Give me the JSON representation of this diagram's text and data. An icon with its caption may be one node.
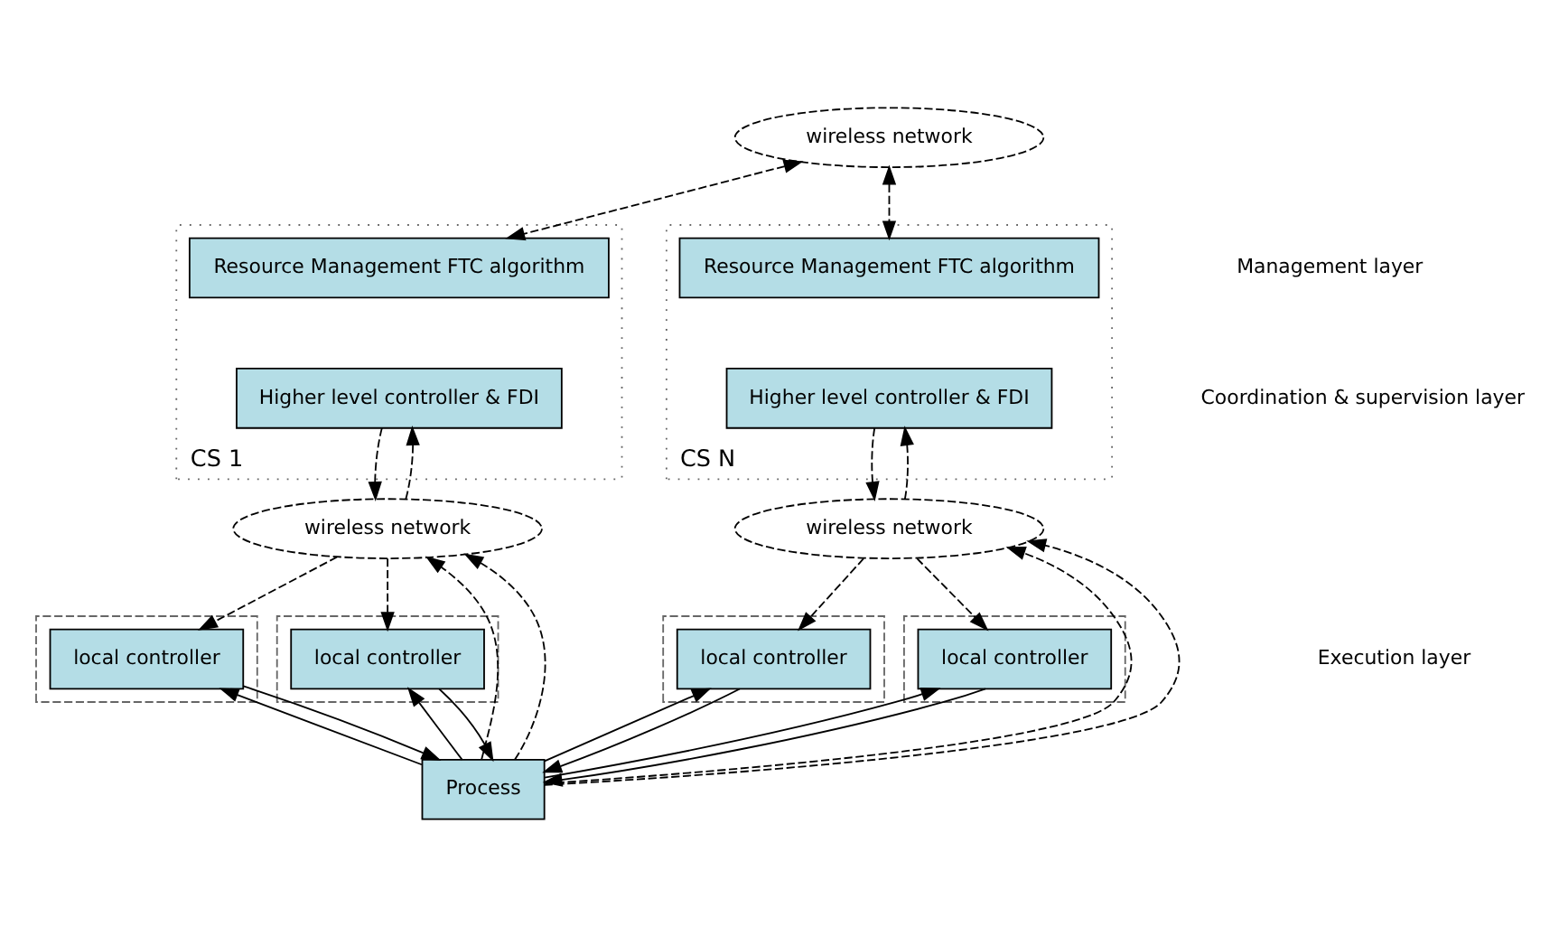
{
  "diagram": {
    "nodes": [
      {
        "text": [
          "wireless network"
        ]
      },
      {
        "text": [
          "CS 1"
        ]
      },
      {
        "text": [
          "Resource Management FTC algorithm"
        ],
        "in": 1
      },
      {
        "text": [
          "Higher level controller & FDI"
        ],
        "in": 1
      },
      {
        "text": [
          "CS N"
        ]
      },
      {
        "text": [
          "Resource Management FTC algorithm"
        ],
        "in": 4
      },
      {
        "text": [
          "Higher level controller & FDI"
        ],
        "in": 4
      },
      {
        "text": [
          "wireless network"
        ]
      },
      {
        "text": [
          "wireless network"
        ]
      },
      {
        "text": [],
        "shape": "box"
      },
      {
        "text": [
          "local controller"
        ],
        "in": 9
      },
      {
        "text": [],
        "shape": "box"
      },
      {
        "text": [
          "local controller"
        ],
        "in": 11
      },
      {
        "text": [],
        "shape": "box"
      },
      {
        "text": [
          "local controller"
        ],
        "in": 13
      },
      {
        "text": [],
        "shape": "box"
      },
      {
        "text": [
          "local controller"
        ],
        "in": 15
      },
      {
        "text": [
          "Process"
        ]
      }
    ],
    "edges": [
      {
        "from": 0,
        "to": 2,
        "arrow": "both",
        "style": "dashed"
      },
      {
        "from": 0,
        "to": 5,
        "arrow": "both",
        "style": "dashed"
      },
      {
        "from": 7,
        "to": 3,
        "arrow": "to",
        "style": "dashed"
      },
      {
        "from": 3,
        "to": 7,
        "arrow": "to",
        "style": "dashed"
      },
      {
        "from": 8,
        "to": 6,
        "arrow": "to",
        "style": "dashed"
      },
      {
        "from": 6,
        "to": 8,
        "arrow": "to",
        "style": "dashed"
      },
      {
        "from": 7,
        "to": 10,
        "arrow": "to",
        "style": "dashed"
      },
      {
        "from": 7,
        "to": 12,
        "arrow": "to",
        "style": "dashed"
      },
      {
        "from": 8,
        "to": 14,
        "arrow": "to",
        "style": "dashed"
      },
      {
        "from": 8,
        "to": 16,
        "arrow": "to",
        "style": "dashed"
      },
      {
        "from": 17,
        "to": 7,
        "arrow": "to",
        "style": "dashed"
      },
      {
        "from": 17,
        "to": 7,
        "arrow": "to",
        "style": "dashed"
      },
      {
        "from": 17,
        "to": 8,
        "arrow": "to",
        "style": "dashed"
      },
      {
        "from": 17,
        "to": 8,
        "arrow": "to",
        "style": "dashed"
      },
      {
        "from": 17,
        "to": 10,
        "arrow": "to"
      },
      {
        "from": 10,
        "to": 17,
        "arrow": "to"
      },
      {
        "from": 17,
        "to": 12,
        "arrow": "to"
      },
      {
        "from": 12,
        "to": 17,
        "arrow": "to"
      },
      {
        "from": 17,
        "to": 14,
        "arrow": "to"
      },
      {
        "from": 14,
        "to": 17,
        "arrow": "to"
      },
      {
        "from": 17,
        "to": 16,
        "arrow": "to"
      },
      {
        "from": 16,
        "to": 17,
        "arrow": "to"
      }
    ],
    "labels": [
      "Management layer",
      "Coordination & supervision layer",
      "Execution layer"
    ]
  }
}
